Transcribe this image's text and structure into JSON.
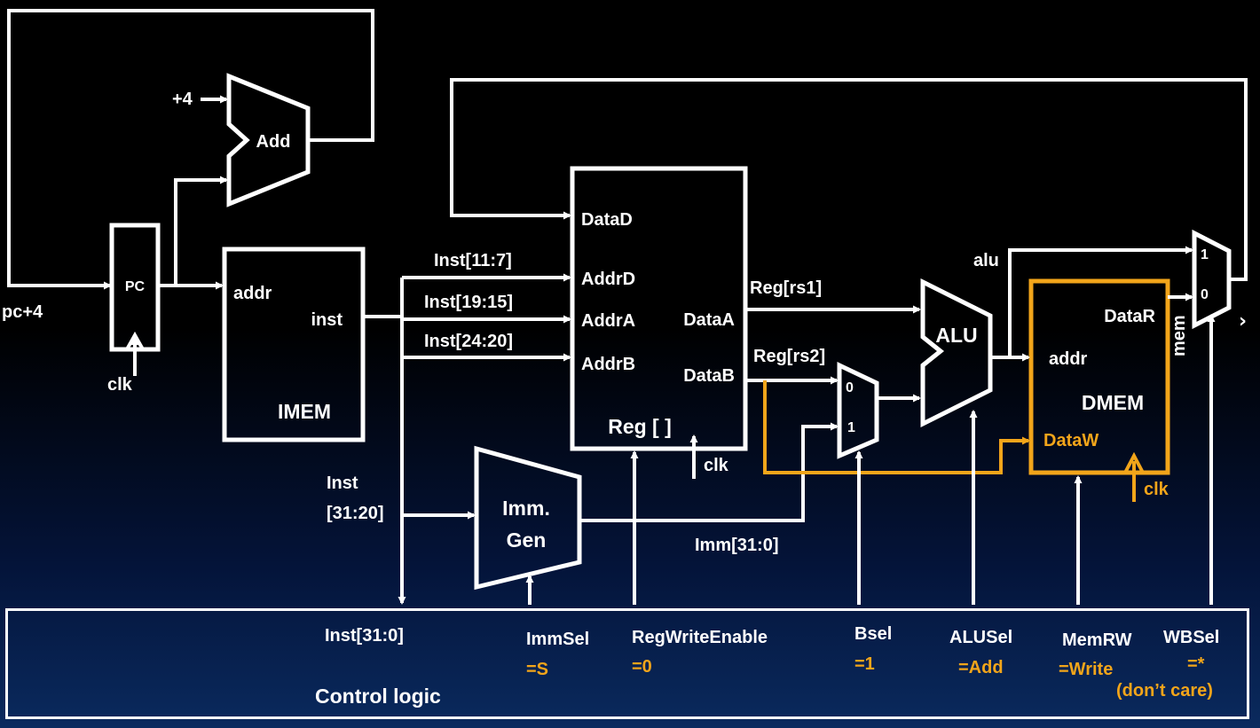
{
  "labels": {
    "pc": "PC",
    "pc_plus4": "pc+4",
    "plus4": "+4",
    "add": "Add",
    "clk": "clk",
    "imem": "IMEM",
    "addr": "addr",
    "inst": "inst",
    "inst_11_7": "Inst[11:7]",
    "inst_19_15": "Inst[19:15]",
    "inst_24_20": "Inst[24:20]",
    "inst_31_20_a": "Inst",
    "inst_31_20_b": "[31:20]",
    "datad": "DataD",
    "addrd": "AddrD",
    "addra": "AddrA",
    "addrb": "AddrB",
    "dataa": "DataA",
    "datab": "DataB",
    "reg": "Reg [ ]",
    "reg_rs1": "Reg[rs1]",
    "reg_rs2": "Reg[rs2]",
    "imm_gen_1": "Imm.",
    "imm_gen_2": "Gen",
    "imm_31_0": "Imm[31:0]",
    "mux0": "0",
    "mux1": "1",
    "alu": "ALU",
    "alu_wire": "alu",
    "dmem": "DMEM",
    "datar": "DataR",
    "dataw": "DataW",
    "mem": "mem"
  },
  "control": {
    "title": "Control logic",
    "inst_31_0": "Inst[31:0]",
    "immsel": "ImmSel",
    "immsel_val": "=S",
    "regwriteenable": "RegWriteEnable",
    "regwriteenable_val": "=0",
    "bsel": "Bsel",
    "bsel_val": "=1",
    "alusel": "ALUSel",
    "alusel_val": "=Add",
    "memrw": "MemRW",
    "memrw_val": "=Write",
    "wbsel": "WBSel",
    "wbsel_val": "=*",
    "wbsel_note": "(don’t care)"
  },
  "nav": {
    "next_icon": "chevron-right-icon",
    "next_glyph": "›"
  },
  "colors": {
    "wire": "#ffffff",
    "highlight": "#f2a51a"
  }
}
